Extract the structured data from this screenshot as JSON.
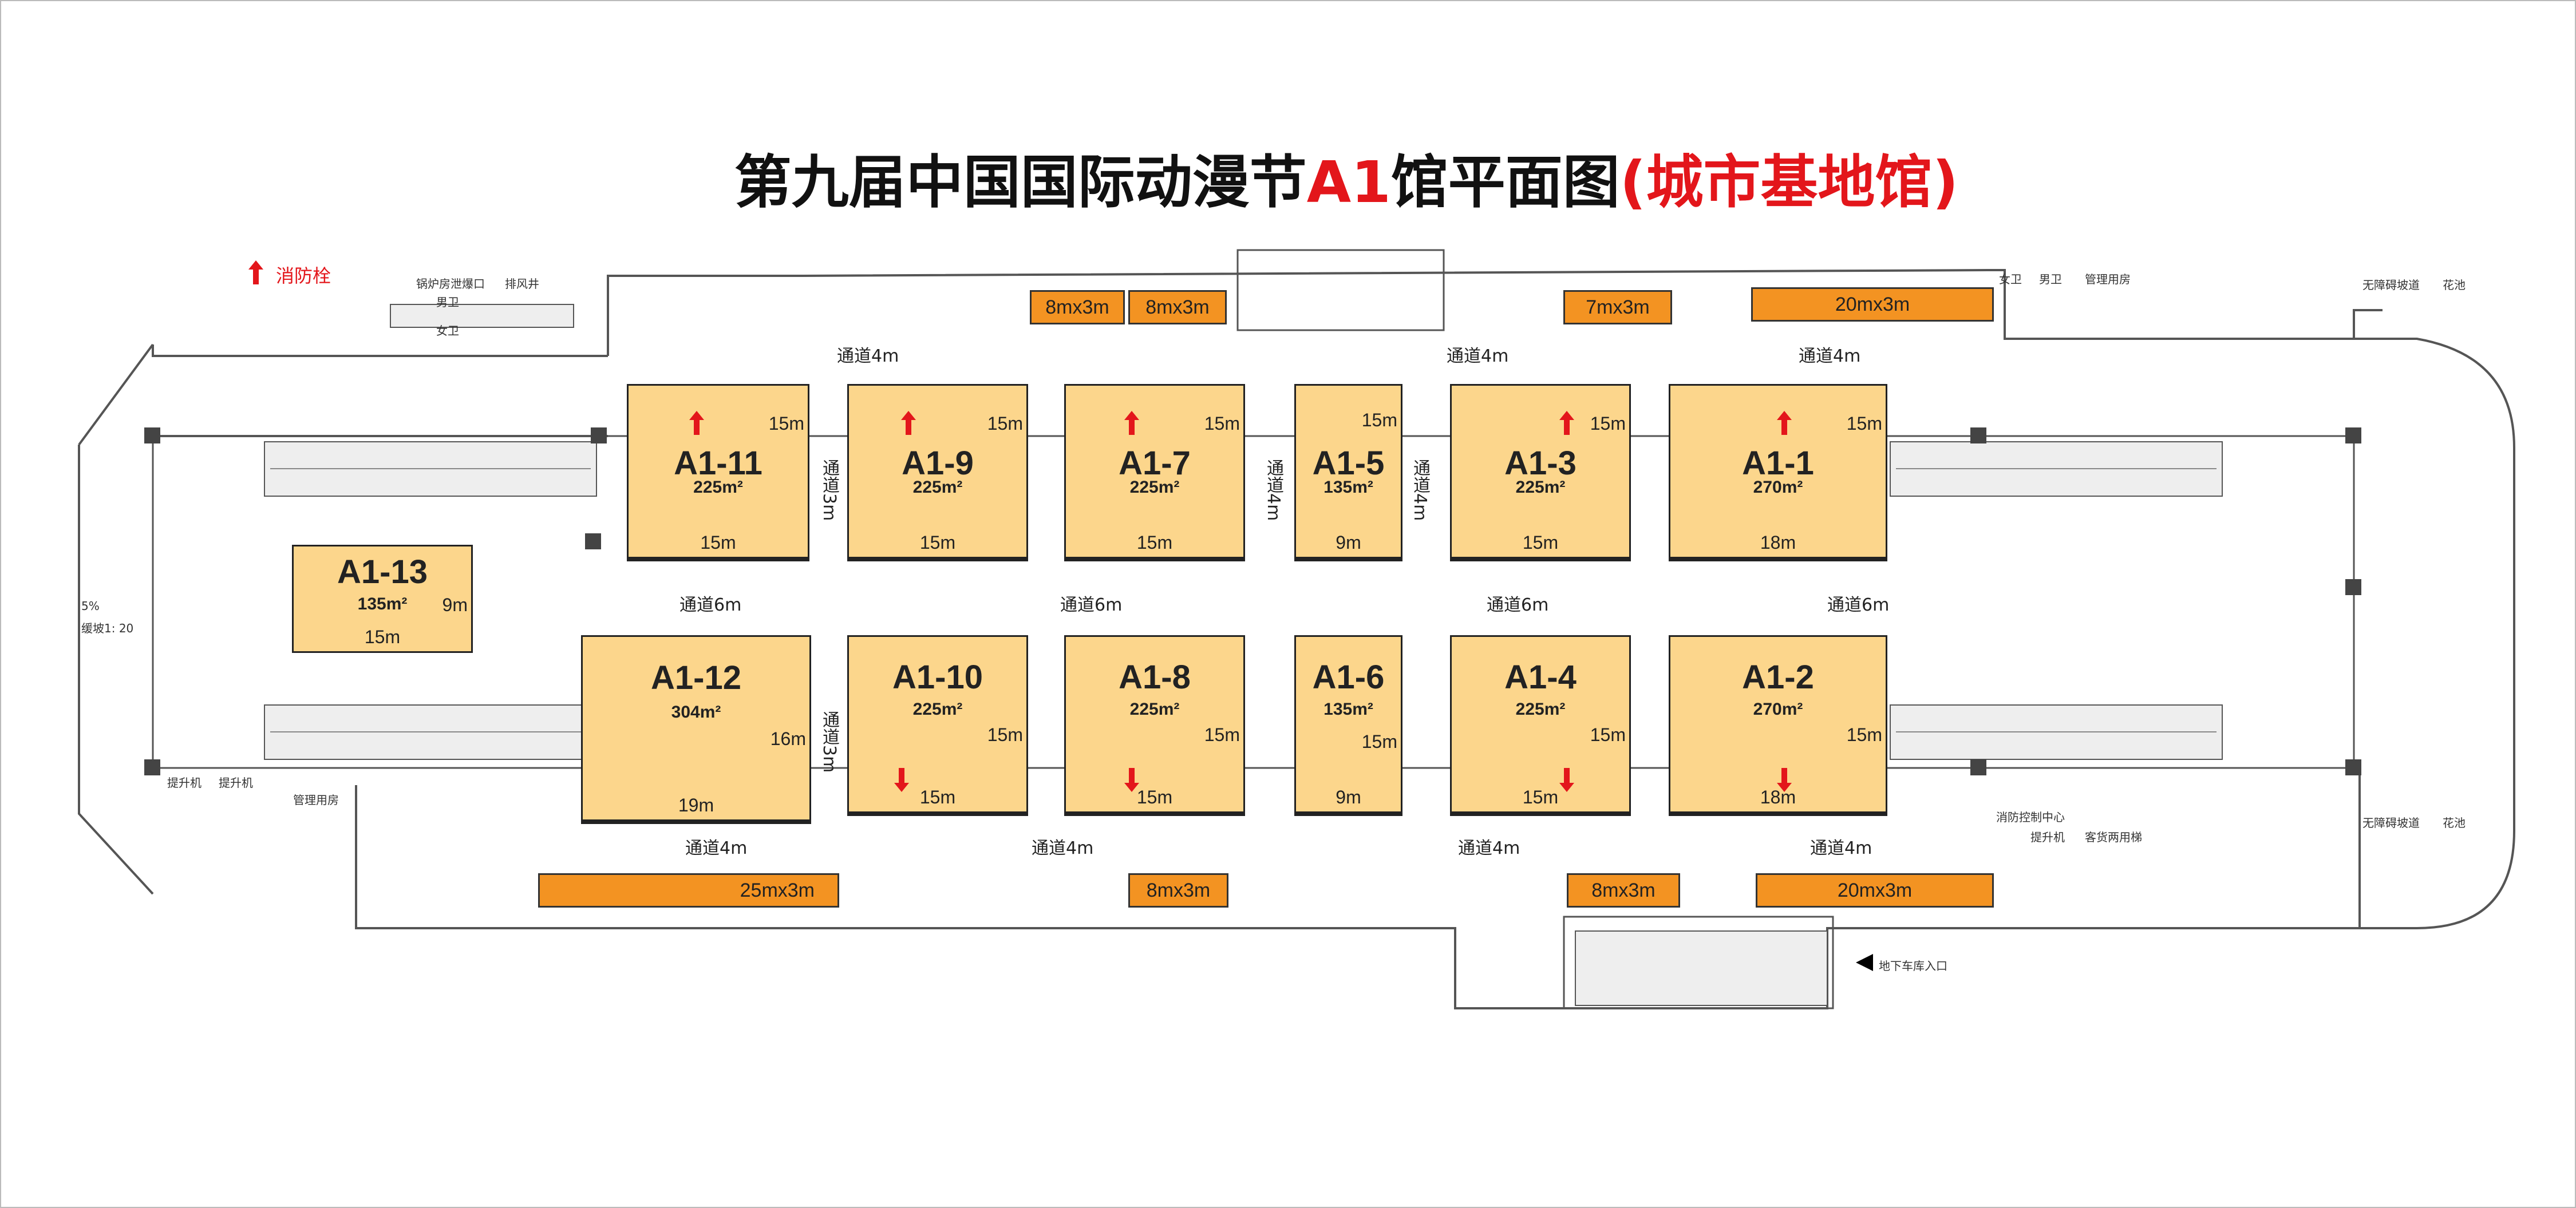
{
  "title": {
    "prefix": "第九届中国国际动漫节",
    "hall": "A1",
    "suffix": "馆平面图",
    "highlight": "(城市基地馆)"
  },
  "legend": {
    "icon": "fire-hydrant-icon",
    "label": "消防栓"
  },
  "booths": [
    {
      "id": "A1-11",
      "area": "225m²",
      "width": "15m",
      "depth": "15m"
    },
    {
      "id": "A1-9",
      "area": "225m²",
      "width": "15m",
      "depth": "15m"
    },
    {
      "id": "A1-7",
      "area": "225m²",
      "width": "15m",
      "depth": "15m"
    },
    {
      "id": "A1-5",
      "area": "135m²",
      "width": "9m",
      "depth": "15m"
    },
    {
      "id": "A1-3",
      "area": "225m²",
      "width": "15m",
      "depth": "15m"
    },
    {
      "id": "A1-1",
      "area": "270m²",
      "width": "18m",
      "depth": "15m"
    },
    {
      "id": "A1-13",
      "area": "135m²",
      "width": "15m",
      "depth": "9m"
    },
    {
      "id": "A1-12",
      "area": "304m²",
      "width": "19m",
      "depth": "16m"
    },
    {
      "id": "A1-10",
      "area": "225m²",
      "width": "15m",
      "depth": "15m"
    },
    {
      "id": "A1-8",
      "area": "225m²",
      "width": "15m",
      "depth": "15m"
    },
    {
      "id": "A1-6",
      "area": "135m²",
      "width": "9m",
      "depth": "15m"
    },
    {
      "id": "A1-4",
      "area": "225m²",
      "width": "15m",
      "depth": "15m"
    },
    {
      "id": "A1-2",
      "area": "270m²",
      "width": "18m",
      "depth": "15m"
    }
  ],
  "strips": {
    "top": [
      "8mx3m",
      "8mx3m",
      "7mx3m",
      "20mx3m"
    ],
    "bottom": [
      "25mx3m",
      "8mx3m",
      "8mx3m",
      "20mx3m"
    ]
  },
  "aisles": {
    "a4": "通道4m",
    "a6": "通道6m",
    "a3": "通道3m"
  },
  "rooms": {
    "boiler": "锅炉房泄爆口",
    "exhaust": "排风井",
    "men": "男卫",
    "women": "女卫",
    "mgmt": "管理用房",
    "lift": "提升机",
    "fire_ctrl": "消防控制中心",
    "passenger_lift": "客货两用梯",
    "ramp": "无障碍坡道",
    "flower": "花池",
    "garage": "地下车库入口",
    "slope": "缓坡1: 20",
    "pct": "5%"
  }
}
